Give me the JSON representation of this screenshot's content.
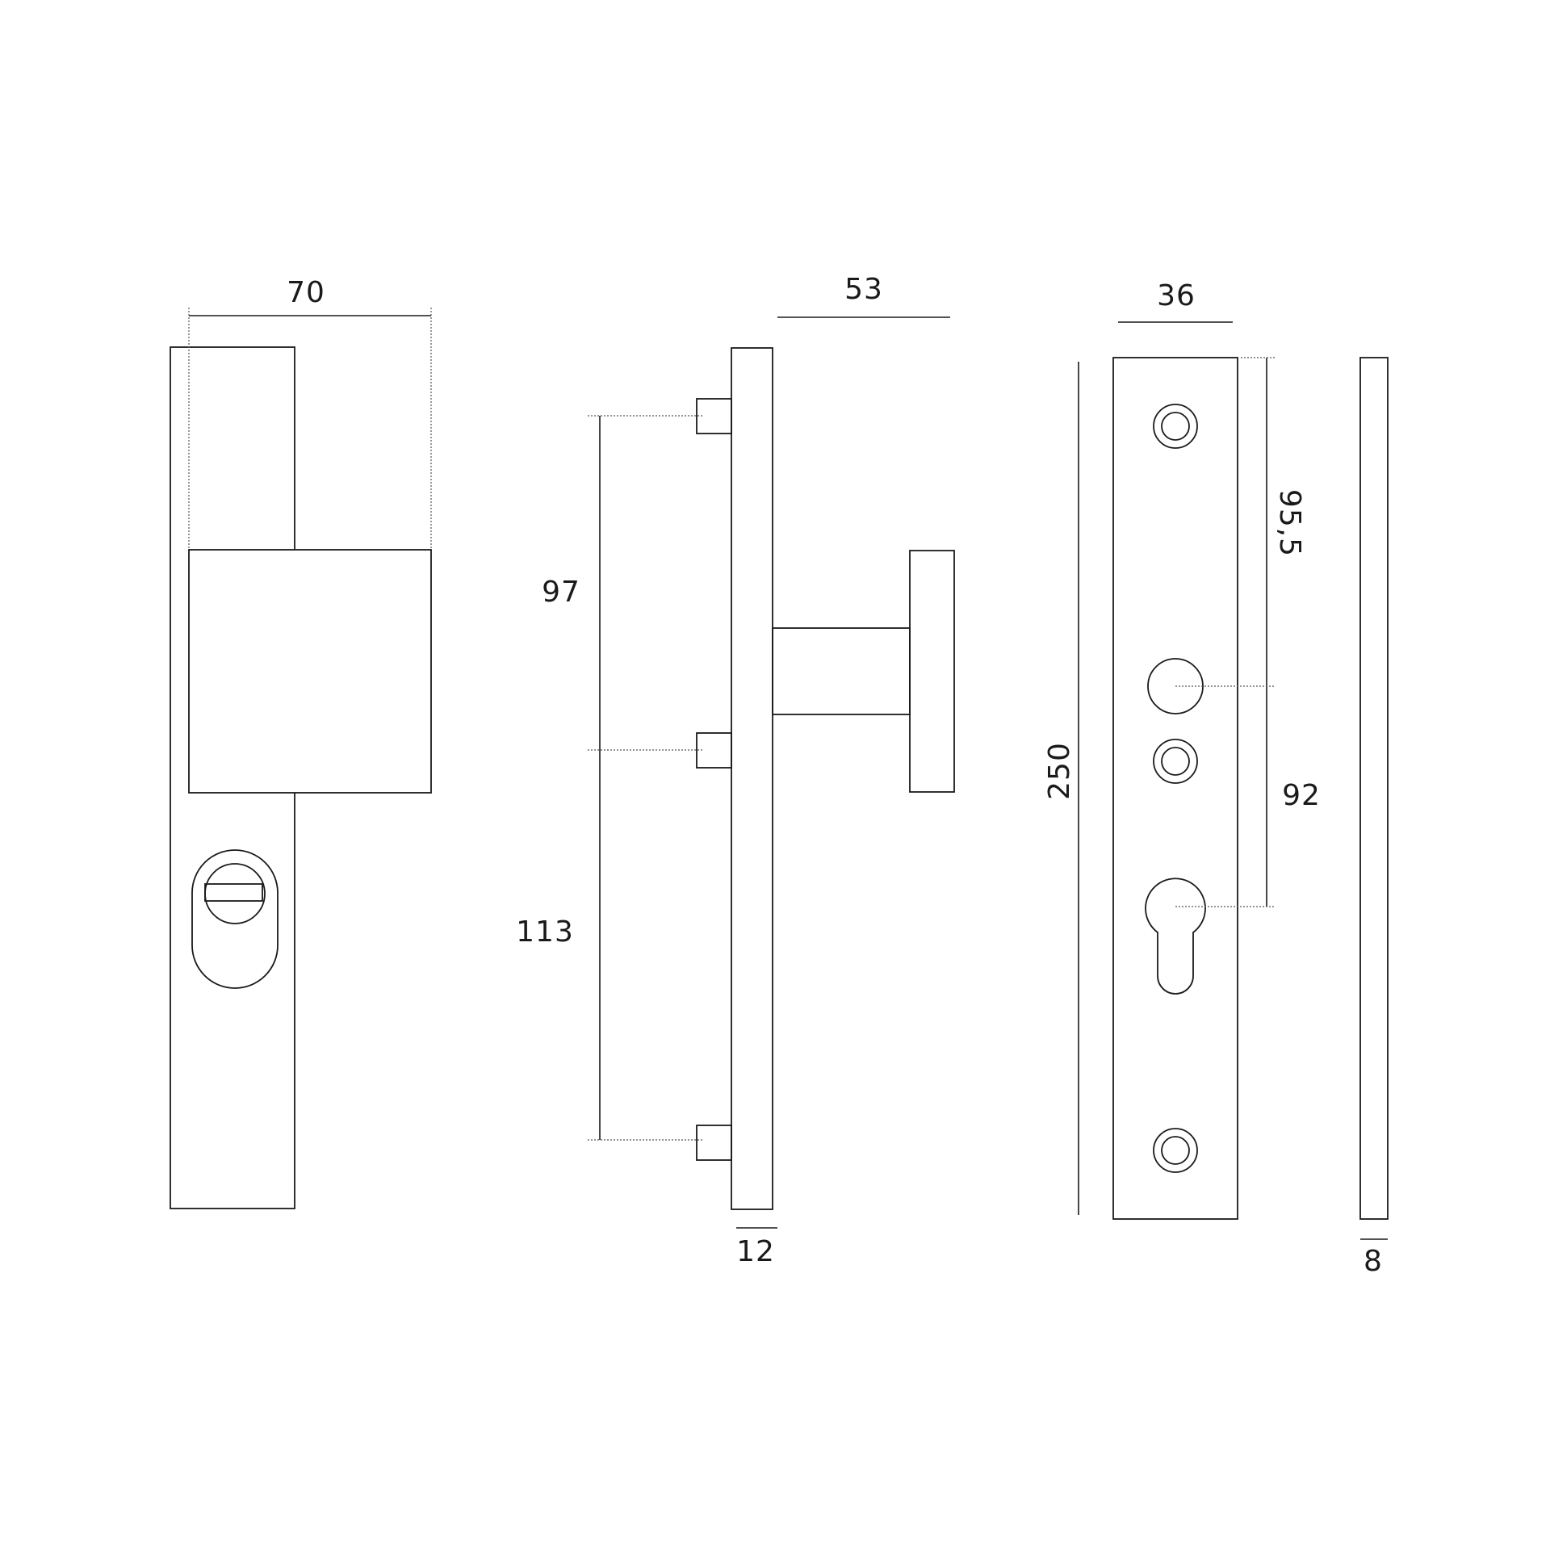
{
  "drawing": {
    "front_view": {
      "width_label": "70"
    },
    "side_view": {
      "projection_label": "53",
      "fixing_upper_label": "97",
      "fixing_lower_label": "113",
      "plate_thickness_label": "12"
    },
    "back_plate_view": {
      "width_label": "36",
      "height_label": "250",
      "top_to_spindle_label": "95,5",
      "spindle_to_cylinder_label": "92"
    },
    "thin_plate_view": {
      "thickness_label": "8"
    }
  }
}
